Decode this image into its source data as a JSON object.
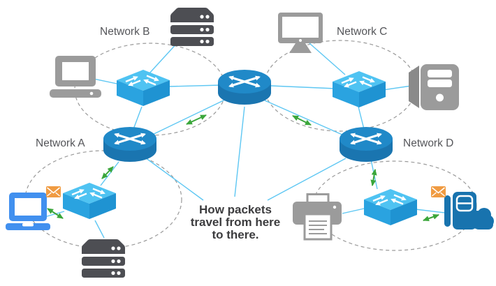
{
  "caption": {
    "text": "How packets travel from here to there.",
    "lines": [
      "How packets",
      "travel from here",
      "to there."
    ]
  },
  "networks": [
    {
      "id": "A",
      "label": "Network A",
      "devices": [
        "laptop",
        "email-envelope",
        "network-switch",
        "server-stack",
        "router"
      ]
    },
    {
      "id": "B",
      "label": "Network B",
      "devices": [
        "desktop-computer",
        "network-switch",
        "server-stack"
      ]
    },
    {
      "id": "C",
      "label": "Network C",
      "devices": [
        "monitor",
        "network-switch",
        "tower-pc"
      ]
    },
    {
      "id": "D",
      "label": "Network D",
      "devices": [
        "printer",
        "network-switch",
        "cloud-server",
        "email-envelope",
        "router"
      ]
    }
  ],
  "core": {
    "device": "central-router",
    "links": [
      "switch-B",
      "switch-C",
      "router-A",
      "router-D",
      "caption-point"
    ]
  },
  "icons": {
    "router": "blue cylinder with crossed white arrows",
    "switch": "blue isometric box with white exchange arrows",
    "server": "dark stacked server bars with dots",
    "flow": "green double-headed arrow",
    "envelope": "orange mail envelope"
  },
  "colors": {
    "router_top": "#2089c8",
    "router_side": "#1a75b0",
    "switch_top": "#4fc3f2",
    "switch_front": "#2aa3e0",
    "switch_side": "#1f93d2",
    "connection_line": "#5ec7f3",
    "flow_arrow": "#3aa63a",
    "network_boundary": "#9a9a9a",
    "device_gray": "#9b9b9b",
    "server_dark": "#4d4e53",
    "laptop_blue": "#4190ef",
    "cloud_blue": "#1873ae",
    "envelope_orange": "#f09b42",
    "label_text": "#55565a",
    "caption_text": "#3c3c3e"
  }
}
